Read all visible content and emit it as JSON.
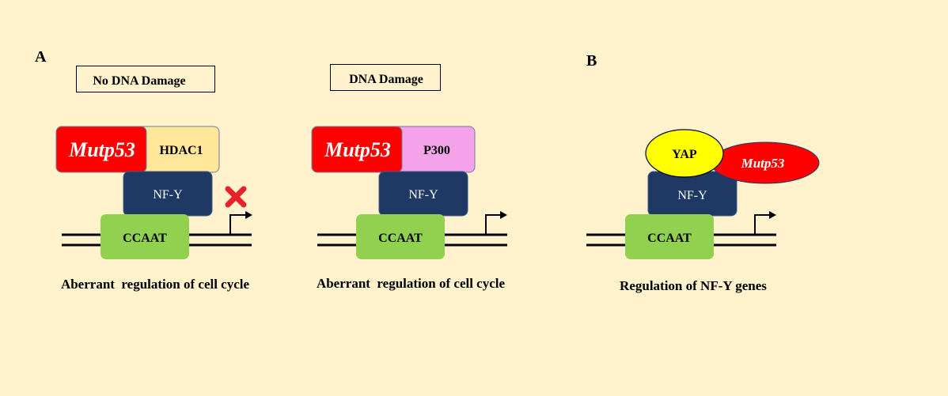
{
  "panels": {
    "a": {
      "letter": "A",
      "no_damage": {
        "condition_label": "No DNA Damage",
        "mutp53_label": "Mutp53",
        "partner_label": "HDAC1",
        "nfy_label": "NF-Y",
        "ccaat_label": "CCAAT",
        "caption": "Aberrant  regulation of cell cycle",
        "blocked_icon": "x-mark-icon"
      },
      "damage": {
        "condition_label": "DNA Damage",
        "mutp53_label": "Mutp53",
        "partner_label": "P300",
        "nfy_label": "NF-Y",
        "ccaat_label": "CCAAT",
        "caption": "Aberrant  regulation of cell cycle"
      }
    },
    "b": {
      "letter": "B",
      "yap_label": "YAP",
      "mutp53_label": "Mutp53",
      "nfy_label": "NF-Y",
      "ccaat_label": "CCAAT",
      "caption": "Regulation of NF-Y genes"
    }
  },
  "colors": {
    "background": "#fff2cc",
    "mutp53": "#ff0000",
    "hdac1": "#ffe699",
    "p300": "#f4a3ea",
    "nfy": "#1f3864",
    "ccaat": "#92d050",
    "yap": "#ffff00",
    "x_mark": "#e8202a"
  }
}
